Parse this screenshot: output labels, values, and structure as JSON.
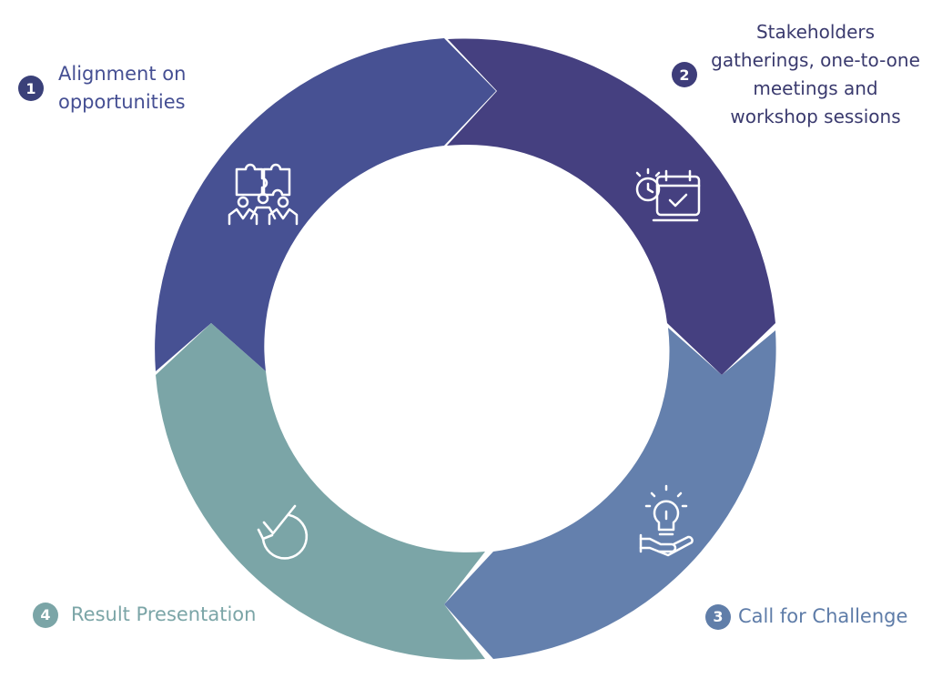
{
  "steps": [
    {
      "number": "1",
      "label": "Alignment on opportunities",
      "icon": "puzzle-people-icon",
      "color": "#475193"
    },
    {
      "number": "2",
      "label": "Stakeholders gatherings, one-to-one meetings  and workshop sessions",
      "icon": "calendar-clock-icon",
      "color": "#454080"
    },
    {
      "number": "3",
      "label": "Call for Challenge",
      "icon": "lightbulb-hand-icon",
      "color": "#6480ad"
    },
    {
      "number": "4",
      "label": "Result Presentation",
      "icon": "check-cycle-icon",
      "color": "#7ba5a7"
    }
  ]
}
